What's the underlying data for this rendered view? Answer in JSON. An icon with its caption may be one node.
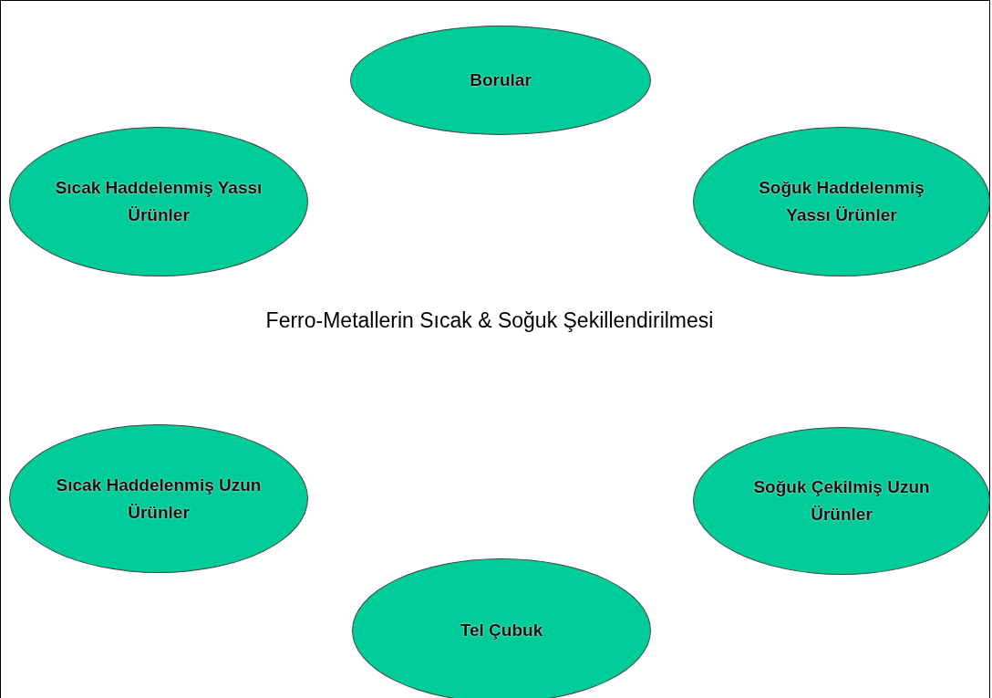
{
  "diagram": {
    "title": "Ferro-Metallerin Sıcak & Soğuk Şekillendirilmesi",
    "nodes": [
      {
        "text": [
          "Borular"
        ]
      },
      {
        "text": [
          "Sıcak Haddelenmiş Yassı Ürünler"
        ]
      },
      {
        "text": [
          "Soğuk Haddelenmiş Yassı Ürünler"
        ]
      },
      {
        "text": [
          "Sıcak Haddelenmiş Uzun Ürünler"
        ]
      },
      {
        "text": [
          "Soğuk Çekilmiş Uzun Ürünler"
        ]
      },
      {
        "text": [
          "Tel Çubuk"
        ]
      }
    ]
  }
}
